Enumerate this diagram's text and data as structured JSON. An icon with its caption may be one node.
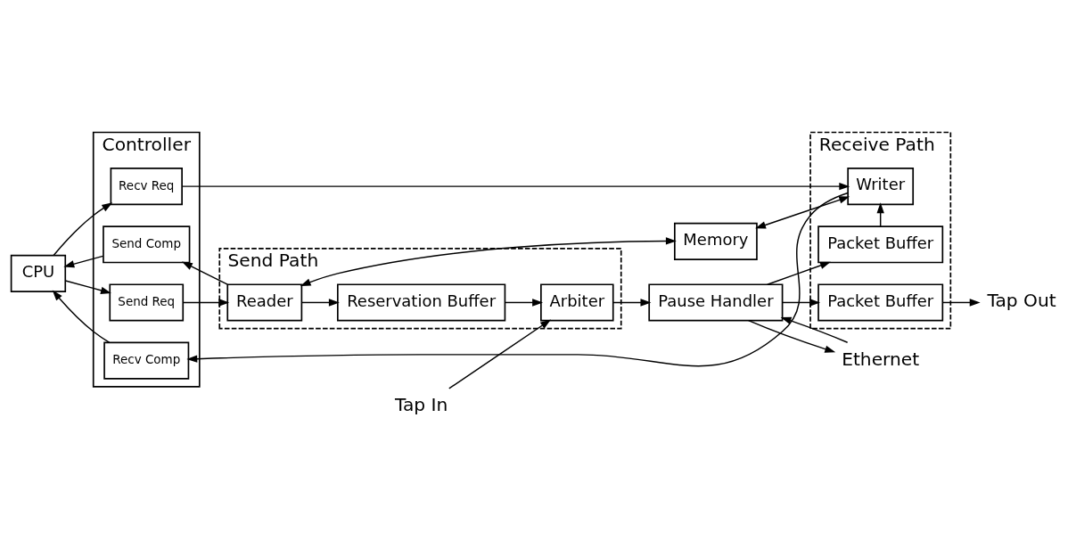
{
  "diagram": {
    "nodes": [
      {
        "text": [
          "CPU"
        ]
      },
      {
        "text": [
          "Controller"
        ]
      },
      {
        "text": [
          "Send Req"
        ],
        "in": 1
      },
      {
        "text": [
          "Send Comp"
        ],
        "in": 1
      },
      {
        "text": [
          "Recv Req"
        ],
        "in": 1
      },
      {
        "text": [
          "Recv Comp"
        ],
        "in": 1
      },
      {
        "text": [
          "Send Path"
        ]
      },
      {
        "text": [
          "Reader"
        ],
        "in": 6
      },
      {
        "text": [
          "Reservation Buffer"
        ],
        "in": 6
      },
      {
        "text": [
          "Arbiter"
        ],
        "in": 6
      },
      {
        "text": [
          "Memory"
        ]
      },
      {
        "text": [
          "Pause Handler"
        ]
      },
      {
        "text": [
          "Receive Path"
        ]
      },
      {
        "text": [
          "Writer"
        ],
        "in": 12
      },
      {
        "text": [
          "Packet Buffer"
        ],
        "in": 12
      },
      {
        "text": [
          "Packet Buffer"
        ],
        "in": 12
      },
      {
        "text": [
          "Tap In"
        ]
      },
      {
        "text": [
          "Tap Out"
        ]
      },
      {
        "text": [
          "Ethernet"
        ]
      }
    ],
    "edges": [
      {
        "from": 0,
        "to": 2,
        "arrow": "to"
      },
      {
        "from": 3,
        "to": 0,
        "arrow": "to"
      },
      {
        "from": 0,
        "to": 4,
        "arrow": "to"
      },
      {
        "from": 5,
        "to": 0,
        "arrow": "to"
      },
      {
        "from": 2,
        "to": 7,
        "arrow": "to"
      },
      {
        "from": 7,
        "to": 3,
        "arrow": "to"
      },
      {
        "from": 4,
        "to": 13,
        "arrow": "to"
      },
      {
        "from": 13,
        "to": 5,
        "arrow": "to"
      },
      {
        "from": 7,
        "to": 8,
        "arrow": "to"
      },
      {
        "from": 8,
        "to": 9,
        "arrow": "to"
      },
      {
        "from": 7,
        "to": 10,
        "arrow": "both"
      },
      {
        "from": 10,
        "to": 13,
        "arrow": "both"
      },
      {
        "from": 16,
        "to": 9,
        "arrow": "to"
      },
      {
        "from": 9,
        "to": 11,
        "arrow": "to"
      },
      {
        "from": 18,
        "to": 11,
        "arrow": "to"
      },
      {
        "from": 11,
        "to": 18,
        "arrow": "to"
      },
      {
        "from": 11,
        "to": 14,
        "arrow": "to"
      },
      {
        "from": 11,
        "to": 15,
        "arrow": "to"
      },
      {
        "from": 14,
        "to": 13,
        "arrow": "to"
      },
      {
        "from": 15,
        "to": 17,
        "arrow": "to"
      }
    ]
  }
}
